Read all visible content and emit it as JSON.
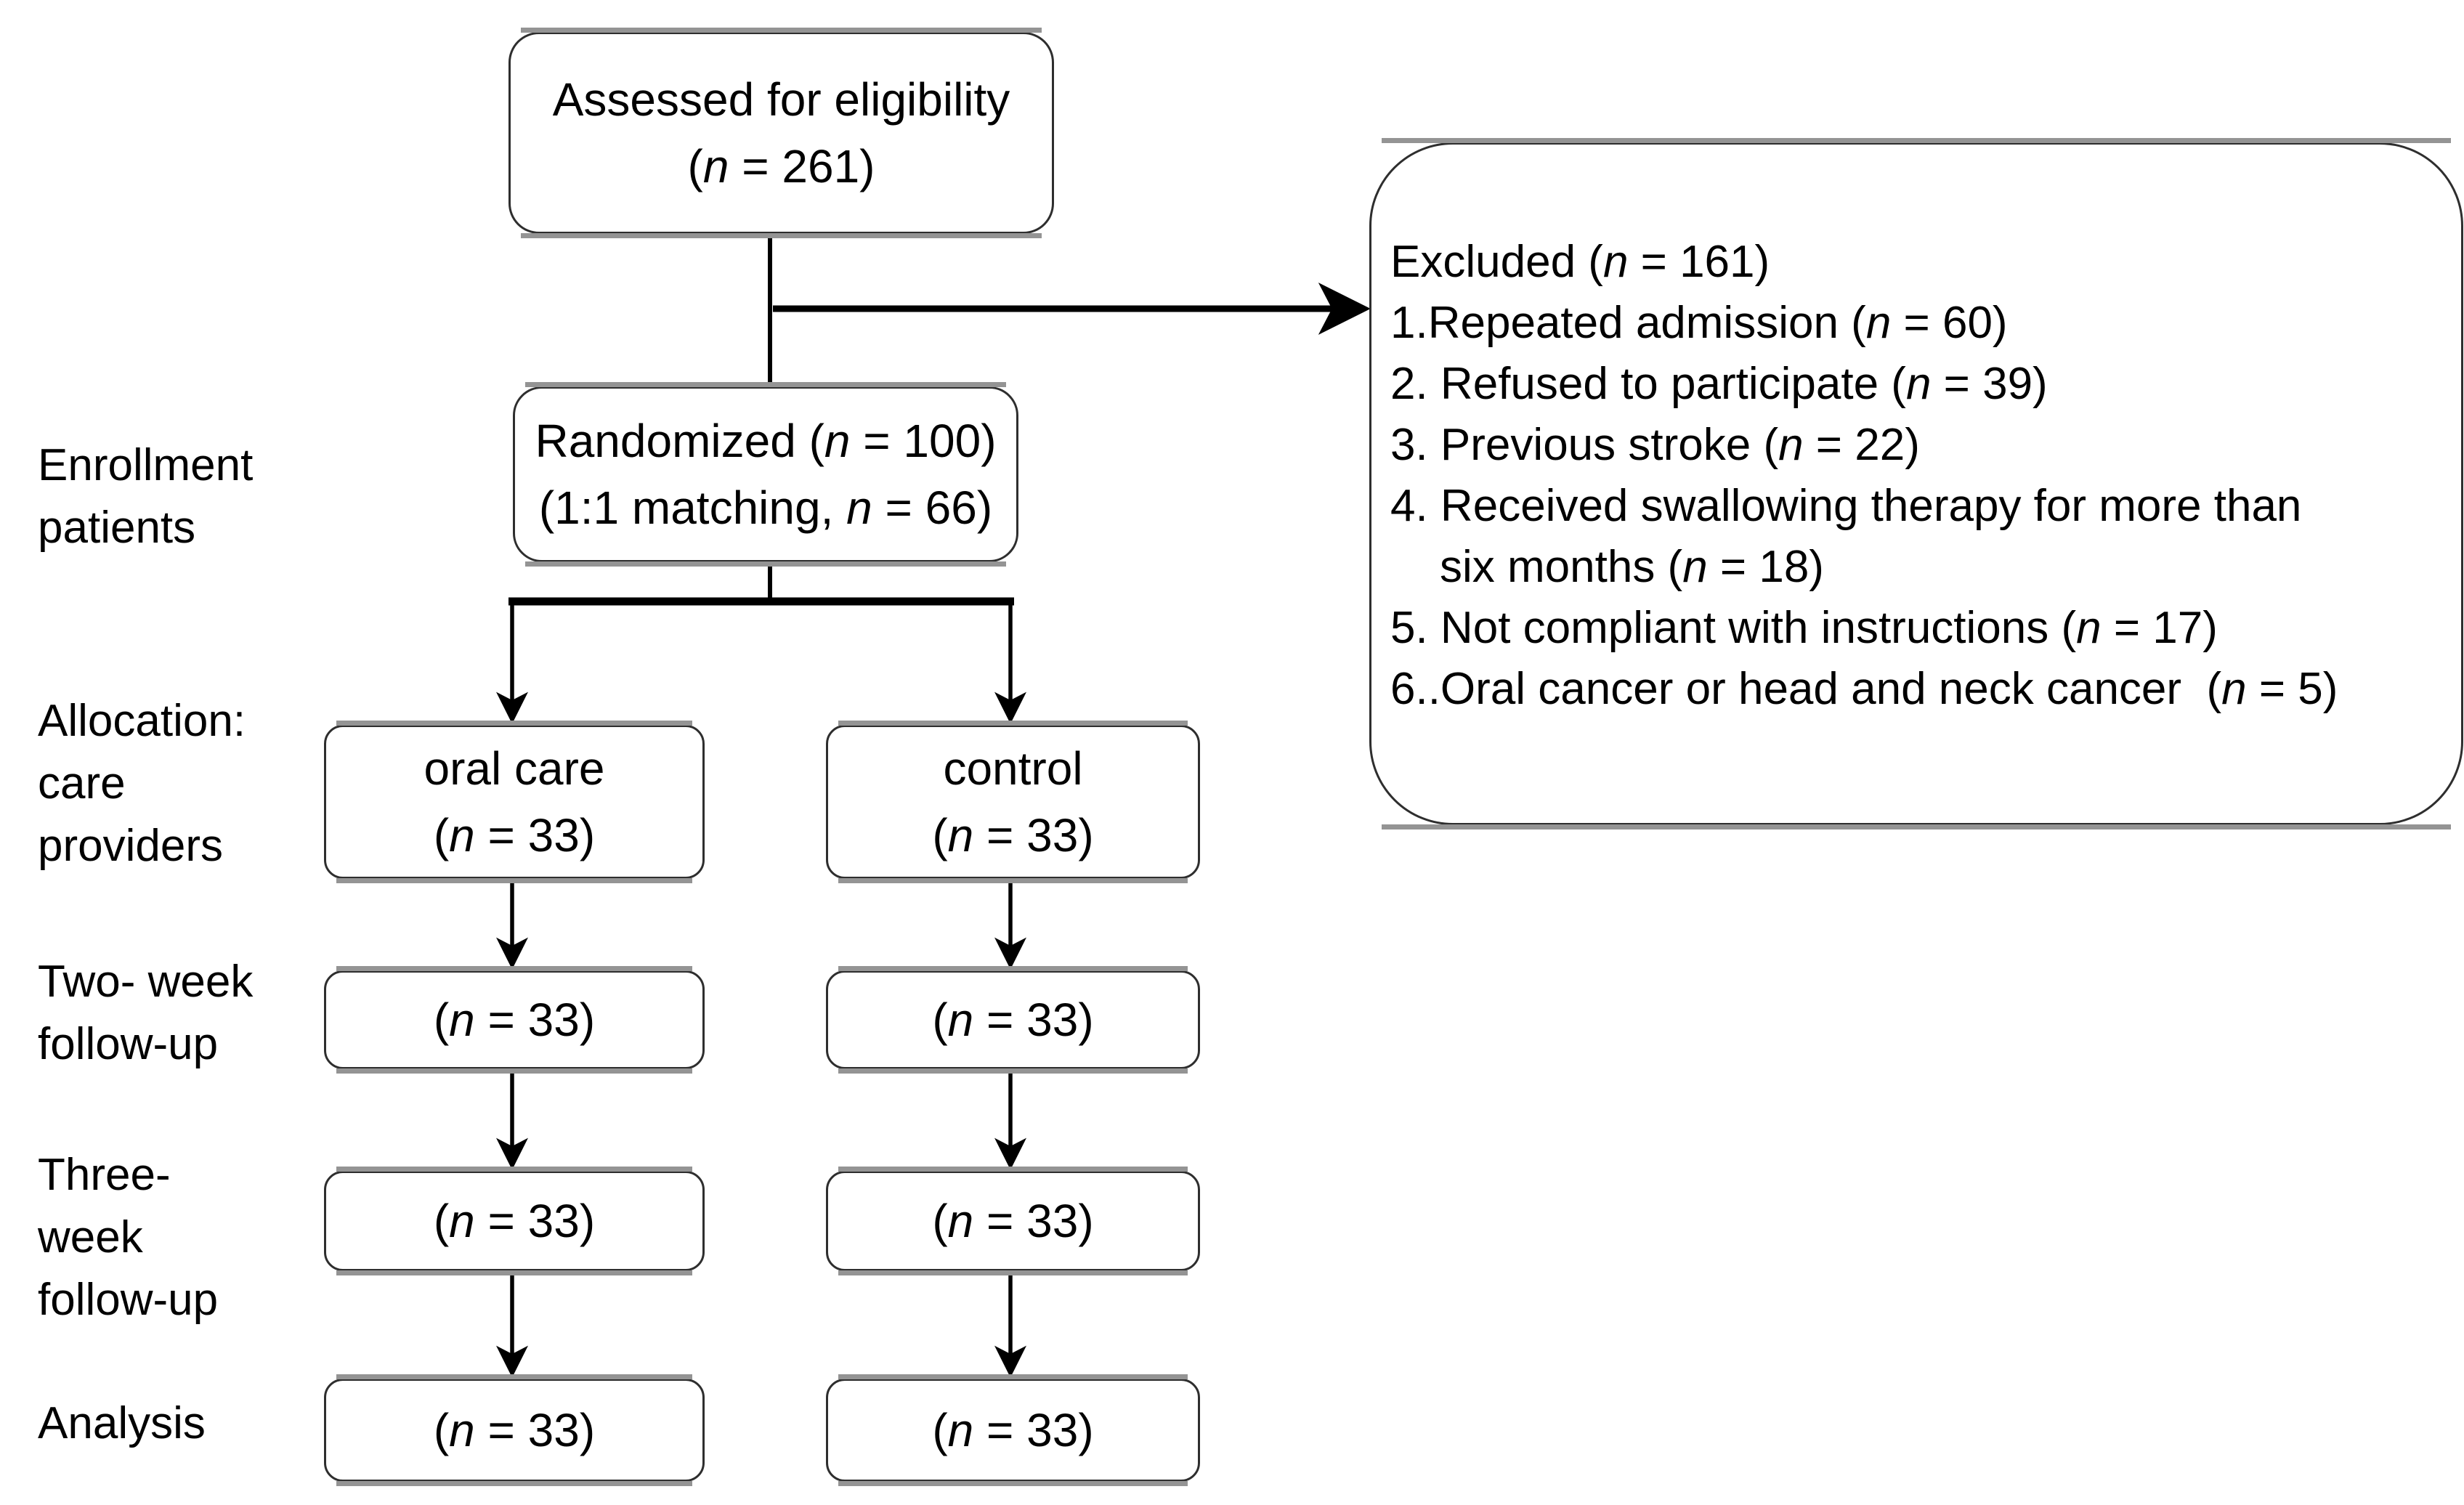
{
  "figure": {
    "title": "CONSORT participant flow diagram",
    "colors": {
      "background": "#ffffff",
      "text": "#000000",
      "box_border": "#2e2e2e",
      "box_shadow_band": "#949494",
      "connector": "#000000"
    },
    "stage_labels": {
      "enrollment": [
        "Enrollment",
        "patients"
      ],
      "allocation": [
        "Allocation:",
        "care",
        "providers"
      ],
      "two_week": [
        "Two- week",
        "follow-up"
      ],
      "three_week": [
        "Three-",
        "week",
        "follow-up"
      ],
      "analysis": [
        "Analysis"
      ]
    },
    "boxes": {
      "assessed": {
        "lines": [
          [
            {
              "t": "Assessed for eligibility"
            }
          ],
          [
            {
              "t": "("
            },
            {
              "t": "n",
              "i": true
            },
            {
              "t": " = 261)"
            }
          ]
        ]
      },
      "excluded": {
        "lines": [
          [
            {
              "t": "Excluded ("
            },
            {
              "t": "n",
              "i": true
            },
            {
              "t": " = 161)"
            }
          ],
          [
            {
              "t": "1.Repeated admission ("
            },
            {
              "t": "n",
              "i": true
            },
            {
              "t": " = 60)"
            }
          ],
          [
            {
              "t": "2. Refused to participate ("
            },
            {
              "t": "n",
              "i": true
            },
            {
              "t": " = 39)"
            }
          ],
          [
            {
              "t": "3. Previous stroke ("
            },
            {
              "t": "n",
              "i": true
            },
            {
              "t": " = 22)"
            }
          ],
          [
            {
              "t": "4. Received swallowing therapy for more than"
            }
          ],
          [
            {
              "t": "six months ("
            },
            {
              "t": "n",
              "i": true
            },
            {
              "t": " = 18)"
            }
          ],
          [
            {
              "t": "5. Not compliant with instructions ("
            },
            {
              "t": "n",
              "i": true
            },
            {
              "t": " = 17)"
            }
          ],
          [
            {
              "t": "6..Oral cancer or head and neck cancer  ("
            },
            {
              "t": "n",
              "i": true
            },
            {
              "t": " = 5)"
            }
          ]
        ]
      },
      "randomized": {
        "lines": [
          [
            {
              "t": "Randomized ("
            },
            {
              "t": "n",
              "i": true
            },
            {
              "t": " = 100)"
            }
          ],
          [
            {
              "t": "(1:1 matching, "
            },
            {
              "t": "n",
              "i": true
            },
            {
              "t": " = 66)"
            }
          ]
        ]
      },
      "oral_care": {
        "lines": [
          [
            {
              "t": "oral care"
            }
          ],
          [
            {
              "t": "("
            },
            {
              "t": "n",
              "i": true
            },
            {
              "t": " = 33)"
            }
          ]
        ]
      },
      "control": {
        "lines": [
          [
            {
              "t": "control"
            }
          ],
          [
            {
              "t": "("
            },
            {
              "t": "n",
              "i": true
            },
            {
              "t": " = 33)"
            }
          ]
        ]
      },
      "two_week_left": {
        "lines": [
          [
            {
              "t": "("
            },
            {
              "t": "n",
              "i": true
            },
            {
              "t": " = 33)"
            }
          ]
        ]
      },
      "two_week_right": {
        "lines": [
          [
            {
              "t": "("
            },
            {
              "t": "n",
              "i": true
            },
            {
              "t": " = 33)"
            }
          ]
        ]
      },
      "three_week_left": {
        "lines": [
          [
            {
              "t": "("
            },
            {
              "t": "n",
              "i": true
            },
            {
              "t": " = 33)"
            }
          ]
        ]
      },
      "three_week_right": {
        "lines": [
          [
            {
              "t": "("
            },
            {
              "t": "n",
              "i": true
            },
            {
              "t": " = 33)"
            }
          ]
        ]
      },
      "analysis_left": {
        "lines": [
          [
            {
              "t": "("
            },
            {
              "t": "n",
              "i": true
            },
            {
              "t": " = 33)"
            }
          ]
        ]
      },
      "analysis_right": {
        "lines": [
          [
            {
              "t": "("
            },
            {
              "t": "n",
              "i": true
            },
            {
              "t": " = 33)"
            }
          ]
        ]
      }
    }
  }
}
